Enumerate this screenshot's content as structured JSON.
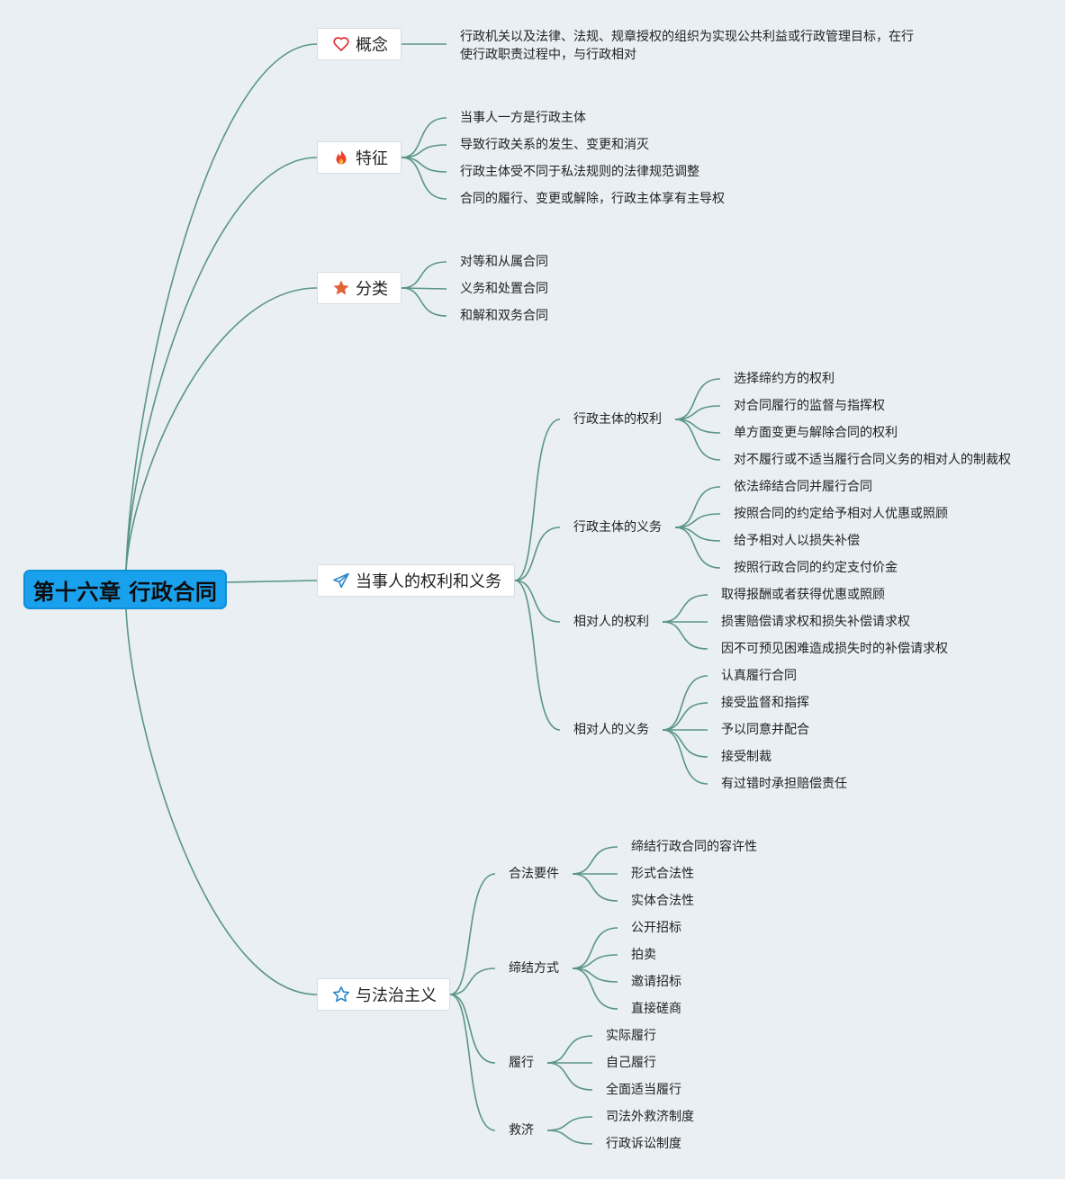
{
  "root": "第十六章 行政合同",
  "concept": {
    "label": "概念",
    "icon": "heart-icon",
    "text": "行政机关以及法律、法规、规章授权的组织为实现公共利益或行政管理目标，在行使行政职责过程中，与行政相对"
  },
  "features": {
    "label": "特征",
    "icon": "fire-icon",
    "items": [
      "当事人一方是行政主体",
      "导致行政关系的发生、变更和消灭",
      "行政主体受不同于私法规则的法律规范调整",
      "合同的履行、变更或解除，行政主体享有主导权"
    ]
  },
  "classification": {
    "label": "分类",
    "icon": "star-filled-icon",
    "items": [
      "对等和从属合同",
      "义务和处置合同",
      "和解和双务合同"
    ]
  },
  "rights": {
    "label": "当事人的权利和义务",
    "icon": "paper-plane-icon",
    "groups": [
      {
        "label": "行政主体的权利",
        "items": [
          "选择缔约方的权利",
          "对合同履行的监督与指挥权",
          "单方面变更与解除合同的权利",
          "对不履行或不适当履行合同义务的相对人的制裁权"
        ]
      },
      {
        "label": "行政主体的义务",
        "items": [
          "依法缔结合同并履行合同",
          "按照合同的约定给予相对人优惠或照顾",
          "给予相对人以损失补偿",
          "按照行政合同的约定支付价金"
        ]
      },
      {
        "label": "相对人的权利",
        "items": [
          "取得报酬或者获得优惠或照顾",
          "损害赔偿请求权和损失补偿请求权",
          "因不可预见困难造成损失时的补偿请求权"
        ]
      },
      {
        "label": "相对人的义务",
        "items": [
          "认真履行合同",
          "接受监督和指挥",
          "予以同意并配合",
          "接受制裁",
          "有过错时承担赔偿责任"
        ]
      }
    ]
  },
  "rule_of_law": {
    "label": "与法治主义",
    "icon": "star-outline-icon",
    "groups": [
      {
        "label": "合法要件",
        "items": [
          "缔结行政合同的容许性",
          "形式合法性",
          "实体合法性"
        ]
      },
      {
        "label": "缔结方式",
        "items": [
          "公开招标",
          "拍卖",
          "邀请招标",
          "直接磋商"
        ]
      },
      {
        "label": "履行",
        "items": [
          "实际履行",
          "自己履行",
          "全面适当履行"
        ]
      },
      {
        "label": "救济",
        "items": [
          "司法外救济制度",
          "行政诉讼制度"
        ]
      }
    ]
  },
  "colors": {
    "root_bg": "#1aa1ee",
    "link": "#5a9585",
    "background": "#e9eff2"
  }
}
